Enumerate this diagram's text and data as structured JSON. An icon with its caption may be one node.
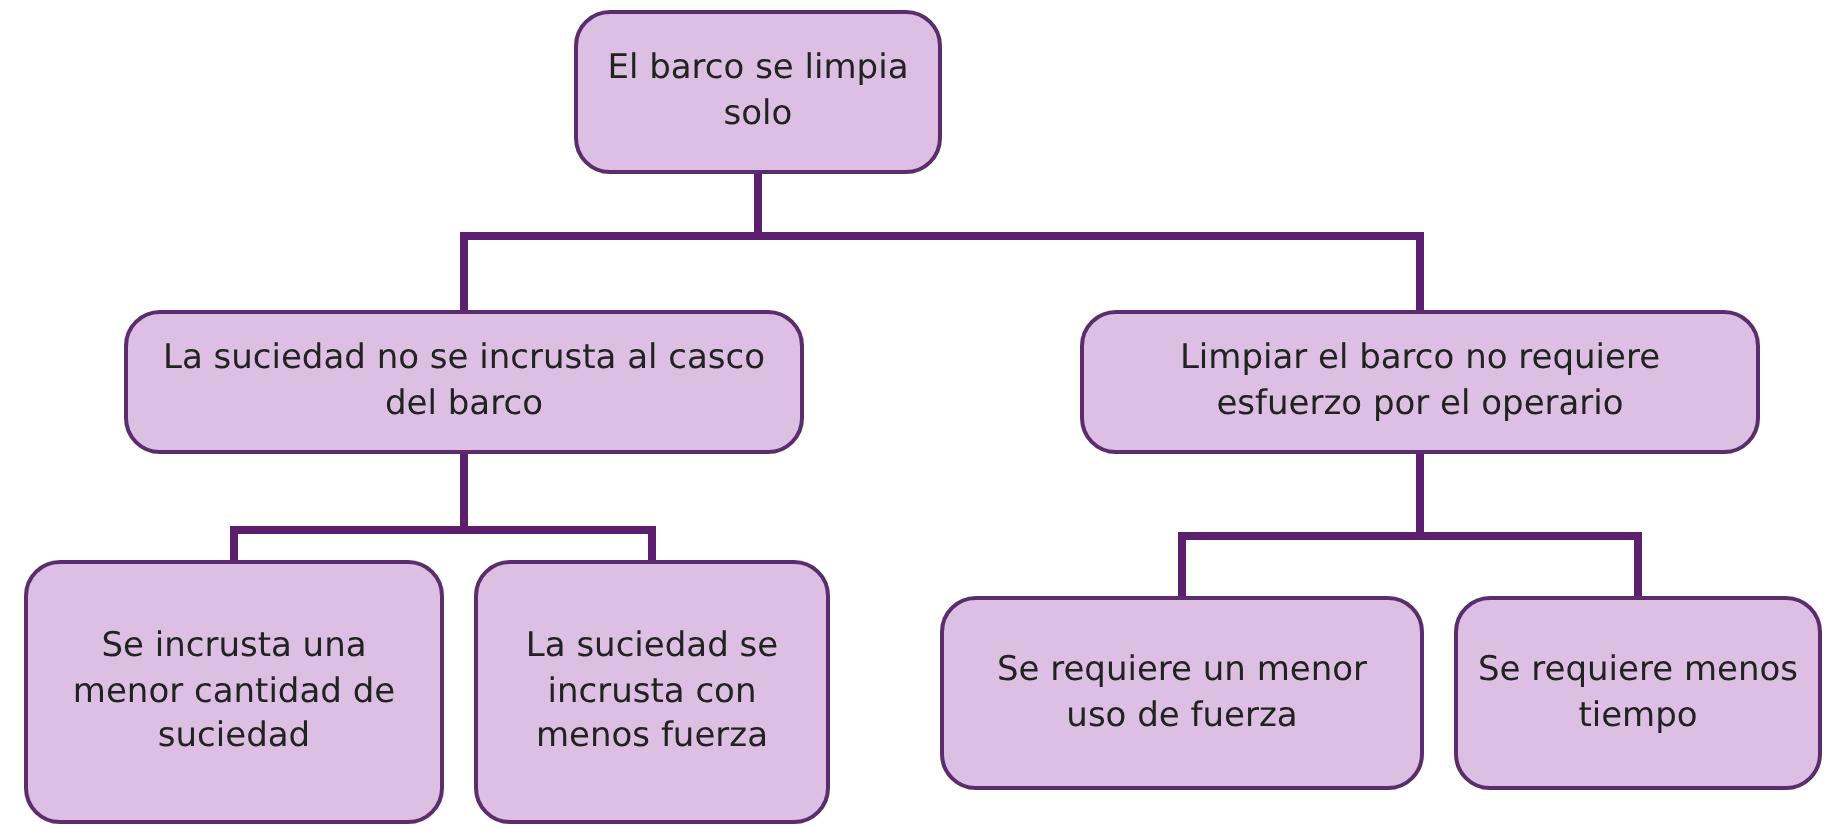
{
  "diagram": {
    "nodes": [
      {
        "text": [
          "El barco se limpia solo"
        ]
      },
      {
        "text": [
          "La suciedad no se incrusta al casco del barco"
        ]
      },
      {
        "text": [
          "Limpiar el barco no requiere esfuerzo por el operario"
        ]
      },
      {
        "text": [
          "Se incrusta una menor cantidad de suciedad"
        ]
      },
      {
        "text": [
          "La suciedad se incrusta con menos fuerza"
        ]
      },
      {
        "text": [
          "Se requiere un menor uso de fuerza"
        ]
      },
      {
        "text": [
          "Se requiere menos tiempo"
        ]
      }
    ],
    "edges": [
      {
        "from": 0,
        "to": 1,
        "arrow": "none"
      },
      {
        "from": 0,
        "to": 2,
        "arrow": "none"
      },
      {
        "from": 1,
        "to": 3,
        "arrow": "none"
      },
      {
        "from": 1,
        "to": 4,
        "arrow": "none"
      },
      {
        "from": 2,
        "to": 5,
        "arrow": "none"
      },
      {
        "from": 2,
        "to": 6,
        "arrow": "none"
      }
    ]
  }
}
